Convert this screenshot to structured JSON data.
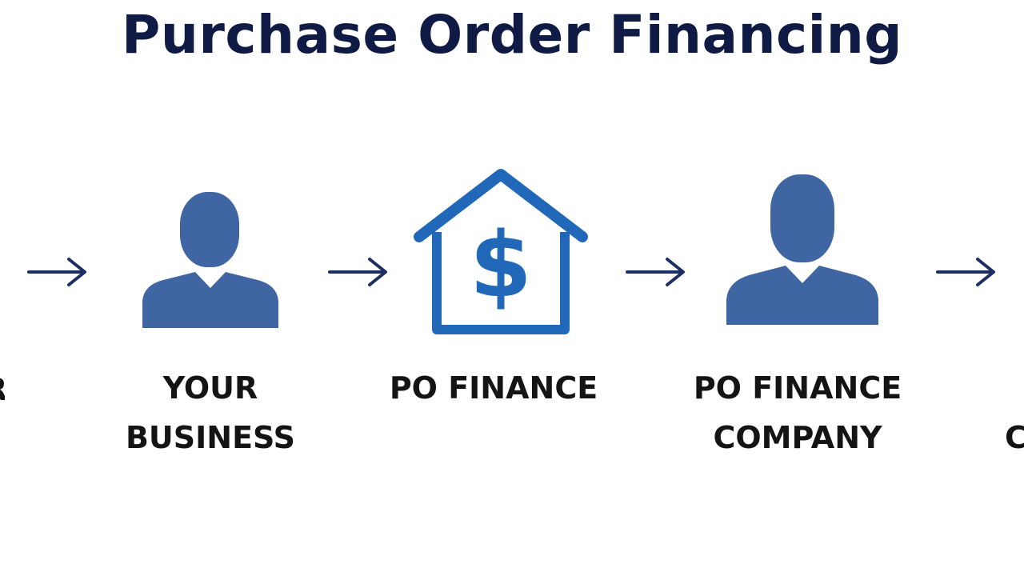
{
  "title": "Purchase Order Financing",
  "colors": {
    "title": "#0f1a45",
    "person_icon": "#3f66a3",
    "house_icon": "#2168b8",
    "arrow": "#1b2f63",
    "label": "#141414"
  },
  "steps": [
    {
      "icon": "person-icon",
      "lines": [
        "YOUR",
        "BUSINESS"
      ]
    },
    {
      "icon": "house-dollar-icon",
      "lines": [
        "PO FINANCE"
      ]
    },
    {
      "icon": "person-icon",
      "lines": [
        "PO FINANCE",
        "COMPANY"
      ]
    }
  ],
  "edge_fragments": {
    "left": "R",
    "right": "C"
  }
}
